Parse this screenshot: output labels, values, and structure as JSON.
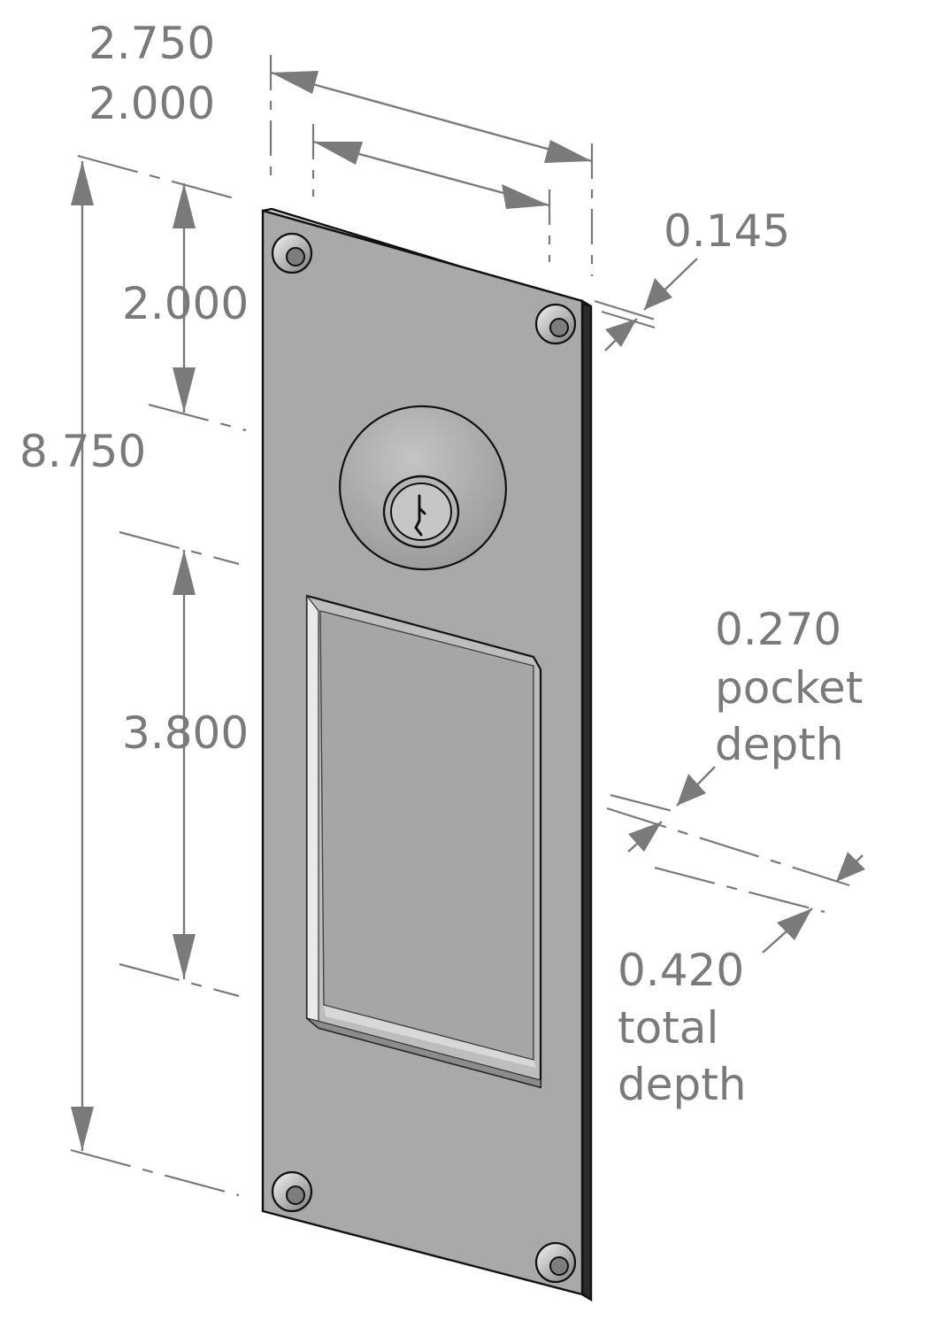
{
  "dimensions": {
    "plate_width": "2.750",
    "hole_spacing_width": "2.000",
    "plate_thickness": "0.145",
    "top_to_lock": "2.000",
    "overall_height": "8.750",
    "pocket_height": "3.800",
    "pocket_depth_value": "0.270",
    "pocket_depth_label_1": "pocket",
    "pocket_depth_label_2": "depth",
    "total_depth_value": "0.420",
    "total_depth_label_1": "total",
    "total_depth_label_2": "depth"
  },
  "colors": {
    "dimension": "#7a7a7a",
    "plate_face": "#a9a9a9",
    "plate_edge": "#2a2a2a",
    "outline": "#111111"
  }
}
